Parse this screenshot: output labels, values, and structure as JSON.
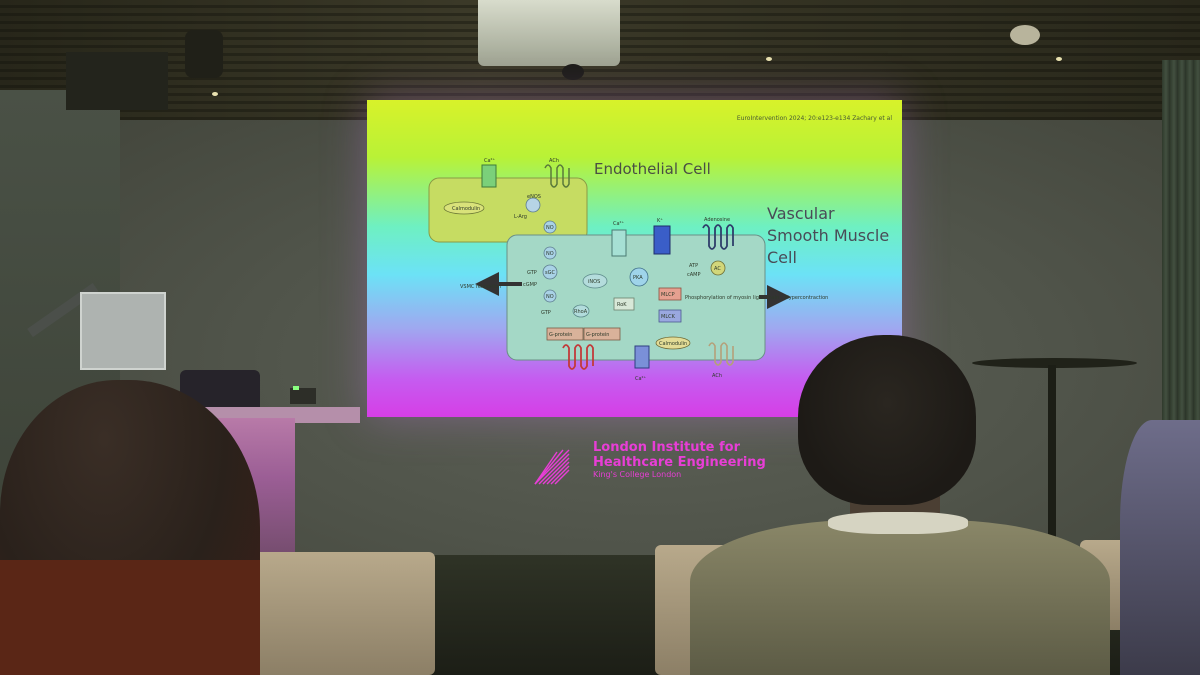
{
  "slide": {
    "citation": "EuroIntervention 2024; 20:e123-e134 Zachary et al",
    "title_endothelial": "Endothelial Cell",
    "title_vsmc": "Vascular Smooth Muscle Cell",
    "labels": {
      "ca_top": "Ca²⁺",
      "ach_top": "ACh",
      "calmodulin_top": "Calmodulin",
      "enos": "eNOS",
      "l_arg": "L-Arg",
      "no1": "NO",
      "no2": "NO",
      "no3": "NO",
      "ca_vsmc": "Ca²⁺",
      "k_plus": "K⁺",
      "adenosine": "Adenosine",
      "gtp": "GTP",
      "cgmp": "cGMP",
      "sgc": "sGC",
      "inos": "iNOS",
      "pka": "PKA",
      "atp": "ATP",
      "camp": "cAMP",
      "ac": "AC",
      "vsmc_relaxation": "VSMC relaxation",
      "rhoa": "RhoA",
      "rok": "RoK",
      "mlcp": "MLCP",
      "mlck": "MLCK",
      "phosphorylation": "Phosphorylation of myosin light chain",
      "hypercontraction": "Hypercontraction",
      "gtp2": "GTP",
      "gprotein1": "G-protein",
      "gprotein2": "G-protein",
      "calmodulin_bottom": "Calmodulin",
      "ca_bottom": "Ca²⁺",
      "ach_bottom": "ACh"
    }
  },
  "logo": {
    "line1": "London Institute for",
    "line2": "Healthcare Engineering",
    "line3": "King's College London",
    "color": "#e83ed6"
  }
}
